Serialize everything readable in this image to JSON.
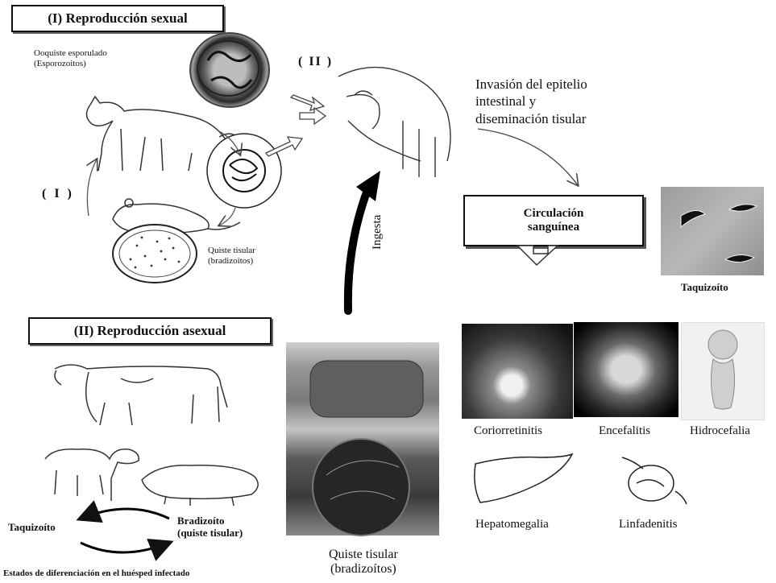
{
  "section1": {
    "title": "(I) Reproducción sexual",
    "oocyst_label": "Ooquiste esporulado\n(Esporozoitos)",
    "roman_I": "( I )",
    "roman_II": "( II )",
    "tissue_cyst_label": "Quiste tisular\n(bradizoitos)"
  },
  "invasion": {
    "text": "Invasión del epitelio\nintestinal y\ndiseminación tisular"
  },
  "circulation": {
    "box_label": "Circulación\nsanguínea",
    "tachyzoite_label": "Taquizoíto"
  },
  "ingesta_label": "Ingesta",
  "section2": {
    "title": "(II) Reproducción asexual",
    "tachyzoite": "Taquizoíto",
    "bradyzoite": "Bradizoíto\n(quiste tisular)",
    "states_caption": "Estados de diferenciación en el huésped infectado"
  },
  "cyst_photo_caption": "Quiste tisular\n(bradizoítos)",
  "conditions": [
    {
      "label": "Coriorretinitis"
    },
    {
      "label": "Encefalitis"
    },
    {
      "label": "Hidrocefalia"
    },
    {
      "label": "Hepatomegalia"
    },
    {
      "label": "Linfadenitis"
    }
  ]
}
